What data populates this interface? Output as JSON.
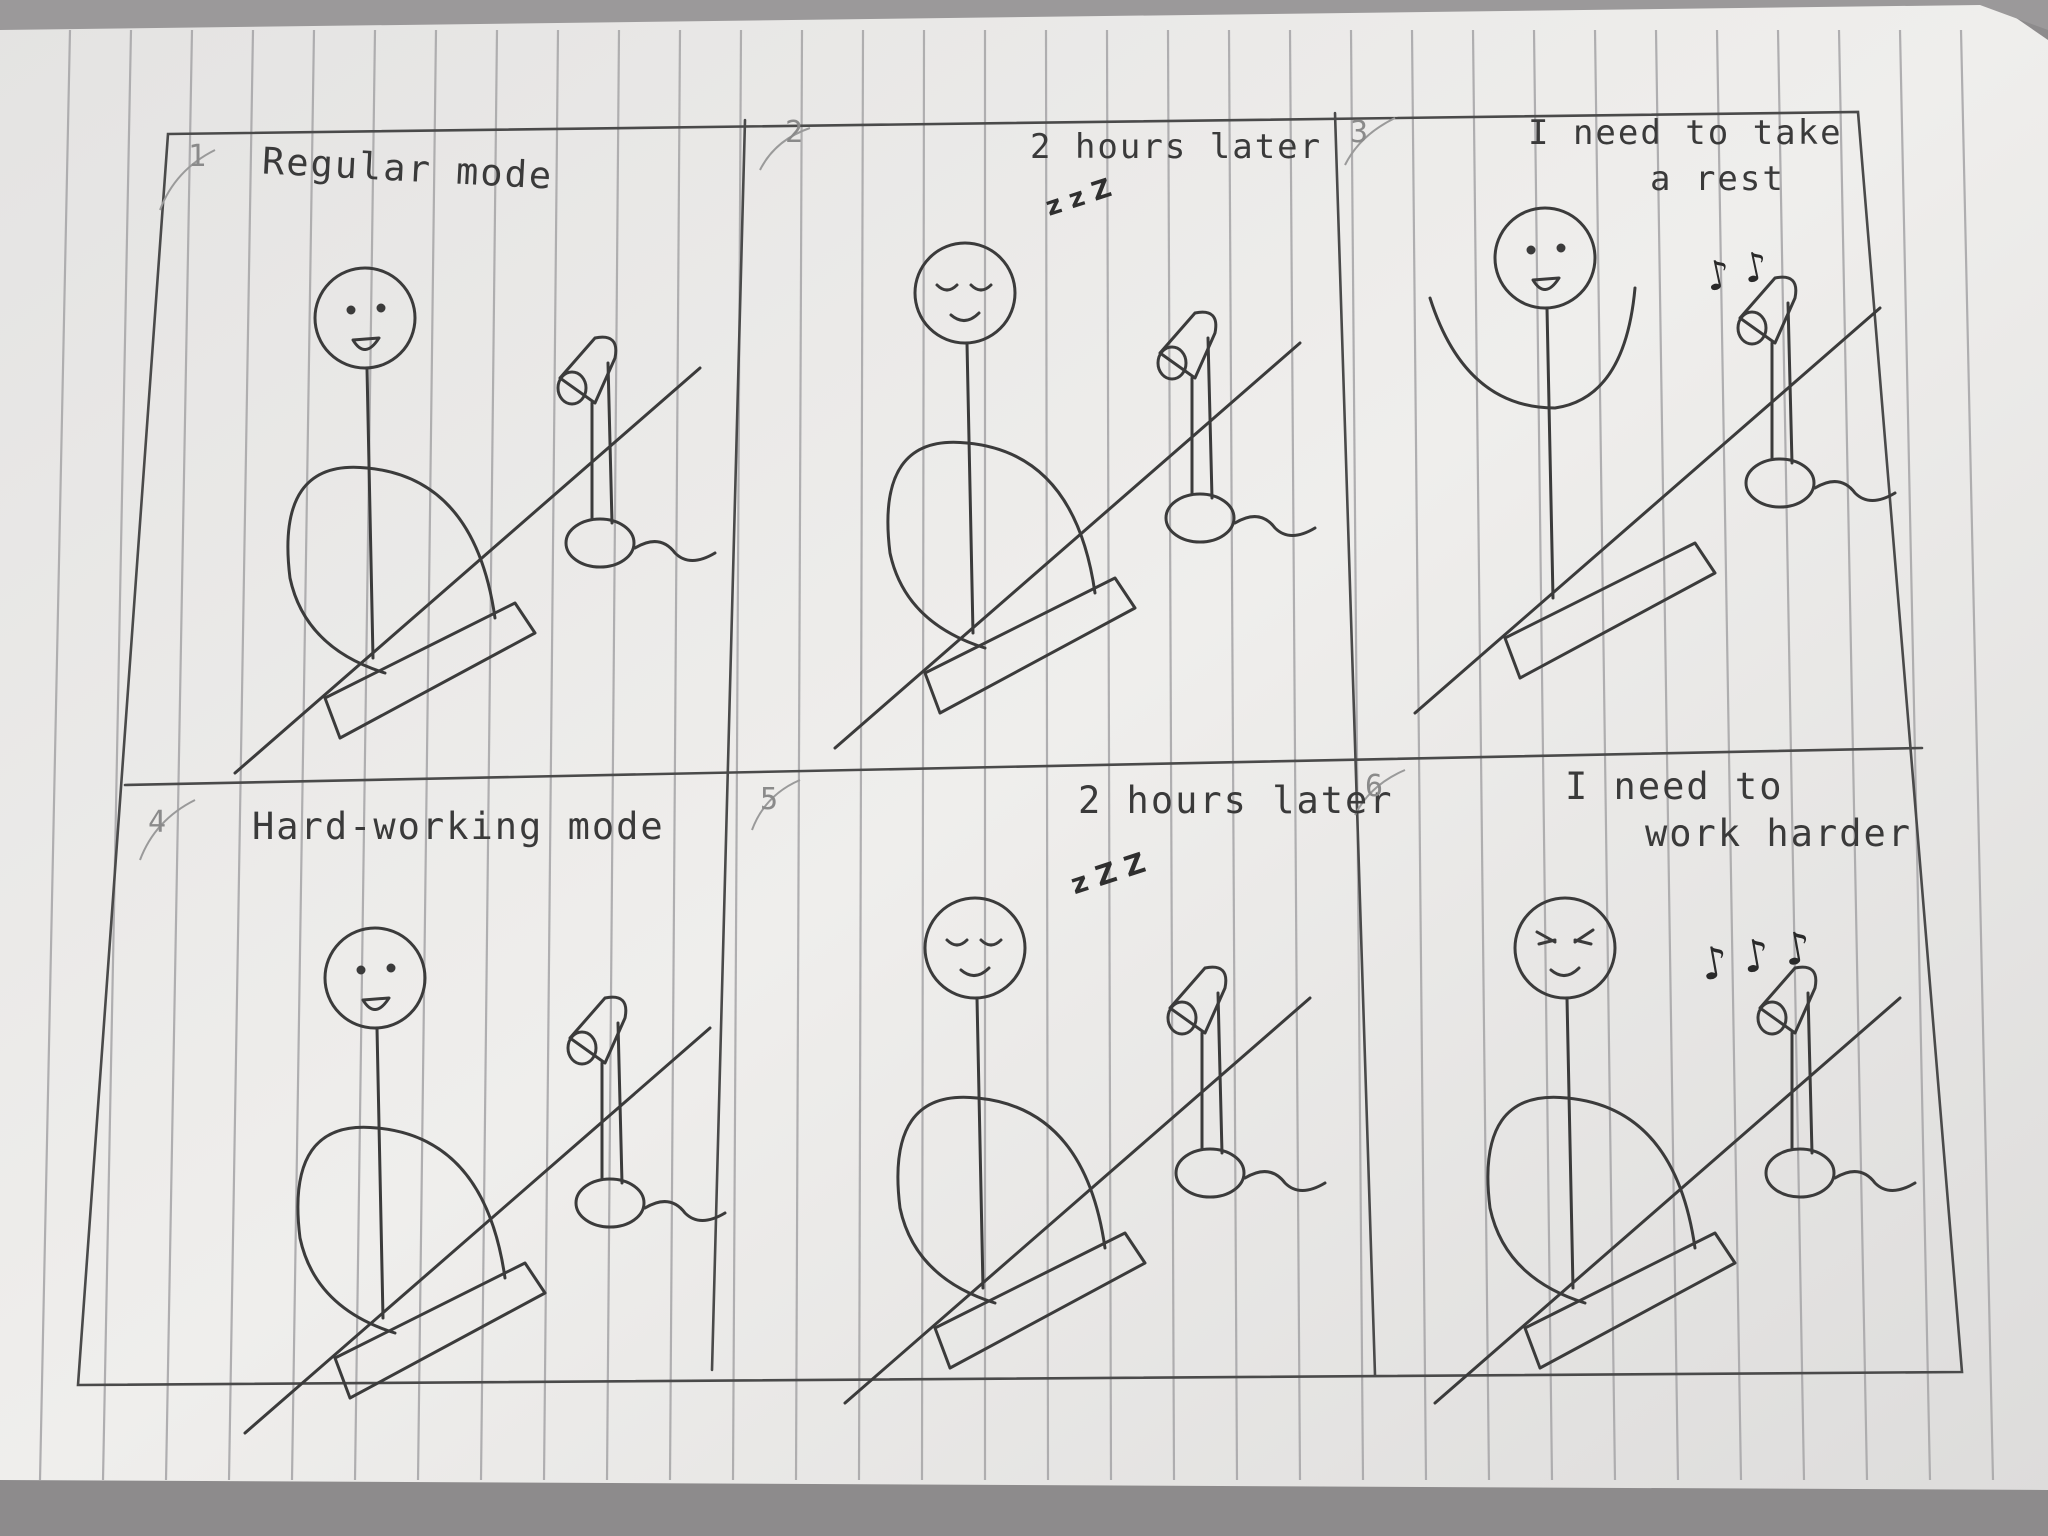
{
  "panels": [
    {
      "number": "1",
      "caption": [
        "Regular mode"
      ]
    },
    {
      "number": "2",
      "caption": [
        "2 hours later"
      ],
      "sound": "z z Z"
    },
    {
      "number": "3",
      "caption": [
        "I need to take",
        "a rest"
      ],
      "sound": "♪ ♪"
    },
    {
      "number": "4",
      "caption": [
        "Hard-working mode"
      ]
    },
    {
      "number": "5",
      "caption": [
        "2 hours later"
      ],
      "sound": "z Z Z"
    },
    {
      "number": "6",
      "caption": [
        "I need to",
        "work harder"
      ],
      "sound": "♪ ♪ ♪"
    }
  ],
  "colors": {
    "paper": "#ecebe9",
    "rule_line": "#a9a8aa",
    "pencil": "#3b3b3b",
    "background": "#8d8b8c"
  }
}
